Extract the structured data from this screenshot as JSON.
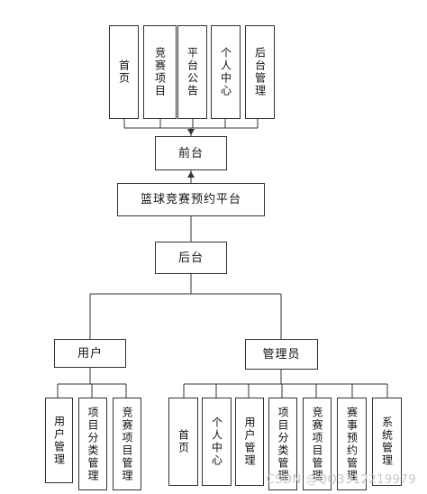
{
  "diagram": {
    "root": "篮球竞赛预约平台",
    "front": {
      "label": "前台",
      "children": [
        "首页",
        "竞赛项目",
        "平台公告",
        "个人中心",
        "后台管理"
      ]
    },
    "back": {
      "label": "后台",
      "user": {
        "label": "用户",
        "children": [
          "用户管理",
          "项目分类管理",
          "竞赛项目管理"
        ]
      },
      "admin": {
        "label": "管理员",
        "children": [
          "首页",
          "个人中心",
          "用户管理",
          "项目分类管理",
          "竞赛项目管理",
          "赛事预约管理",
          "系统管理"
        ]
      }
    }
  },
  "watermark": "CSDN @QQ3312219979"
}
